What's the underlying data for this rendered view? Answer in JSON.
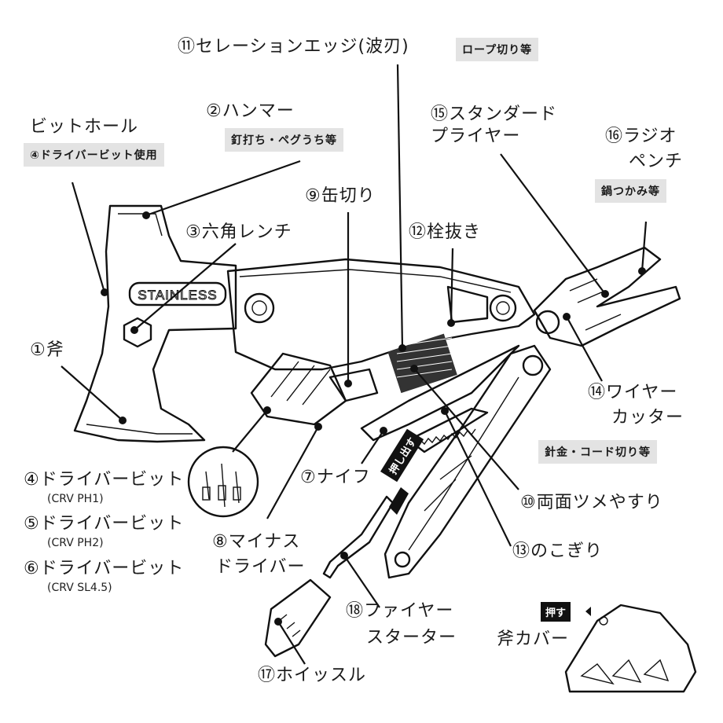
{
  "labels": {
    "serration": "⑪セレーションエッジ(波刃)",
    "serration_tag": "ロープ切り等",
    "bit_hole": "ビットホール",
    "bit_hole_tag": "④ドライバービット使用",
    "hammer": "②ハンマー",
    "hammer_tag": "釘打ち・ペグうち等",
    "plier": "⑮スタンダード\nプライヤー",
    "radio_line1": "⑯ラジオ",
    "radio_line2": "ペンチ",
    "radio_tag": "鍋つかみ等",
    "can": "⑨缶切り",
    "bottle": "⑫栓抜き",
    "hex": "③六角レンチ",
    "axe": "①斧",
    "wire_line1": "⑭ワイヤー",
    "wire_line2": "カッター",
    "wire_tag": "針金・コード切り等",
    "bit4": "④ドライバービット",
    "bit4_sub": "(CRV PH1)",
    "bit5": "⑤ドライバービット",
    "bit5_sub": "(CRV PH2)",
    "bit6": "⑥ドライバービット",
    "bit6_sub": "(CRV SL4.5)",
    "knife": "⑦ナイフ",
    "file": "⑩両面ツメやすり",
    "minus_line1": "⑧マイナス",
    "minus_line2": "ドライバー",
    "saw": "⑬のこぎり",
    "fire_line1": "⑱ファイヤー",
    "fire_line2": "スターター",
    "whistle": "⑰ホイッスル",
    "cover": "斧カバー",
    "push_out": "押し出す",
    "push": "押す",
    "engraving": "STAINLESS"
  }
}
